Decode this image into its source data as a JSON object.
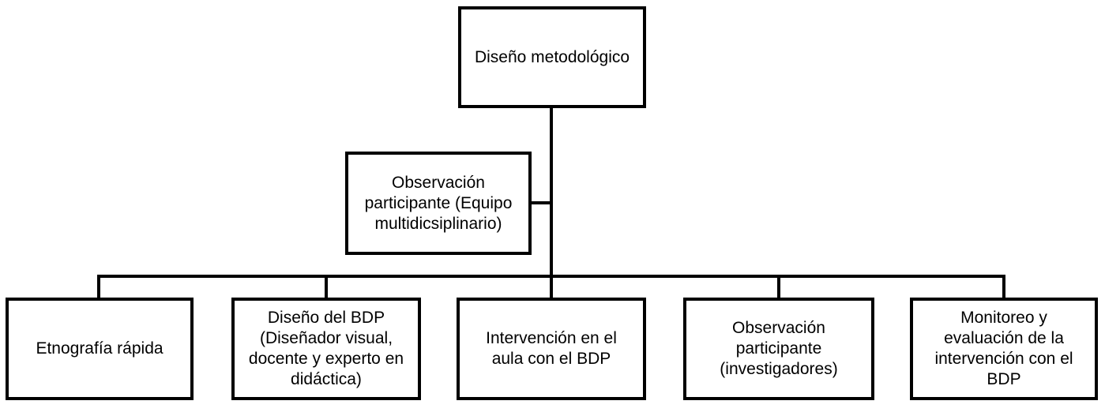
{
  "diagram": {
    "type": "flowchart",
    "root": {
      "label": "Diseño metodológico"
    },
    "mid": {
      "label": "Observación\nparticipante (Equipo\nmultidicsiplinario)"
    },
    "leaves": [
      {
        "label": "Etnografía rápida"
      },
      {
        "label": "Diseño del BDP\n(Diseñador visual,\ndocente y experto en\ndidáctica)"
      },
      {
        "label": "Intervención en el\naula con el BDP"
      },
      {
        "label": "Observación\nparticipante\n(investigadores)"
      },
      {
        "label": "Monitoreo y\nevaluación de la\nintervención con el\nBDP"
      }
    ],
    "colors": {
      "border": "#000000",
      "text": "#000000",
      "background": "#ffffff"
    }
  }
}
